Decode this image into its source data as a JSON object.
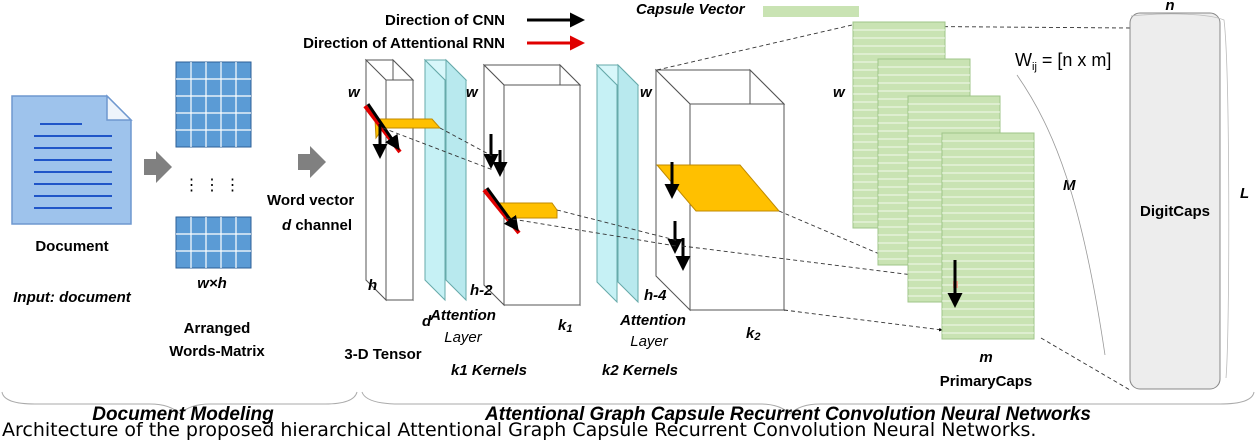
{
  "legend": {
    "cnn": "Direction of CNN",
    "rnn": "Direction of Attentional RNN",
    "capsule": "Capsule Vector",
    "cnn_color": "#000000",
    "rnn_color": "#e00000",
    "capsule_color": "#c9e3b3"
  },
  "input": {
    "document": "Document",
    "input_label": "Input: document",
    "matrix_dim": "w×h",
    "matrix_l1": "Arranged",
    "matrix_l2": "Words-Matrix",
    "dots": "⋮   ⋮   ⋮",
    "word_vector": "Word vector",
    "channel_sym": "d",
    "channel_word": "channel"
  },
  "tensor": {
    "w": "w",
    "h": "h",
    "d": "d",
    "name": "3-D Tensor",
    "attention1": "Attention",
    "layer1": "Layer"
  },
  "conv1": {
    "w": "w",
    "h": "h-2",
    "k_sym": "k",
    "k_sub": "1",
    "kernels": "k1 Kernels",
    "attention2": "Attention",
    "layer2": "Layer"
  },
  "conv2": {
    "w": "w",
    "h": "h-4",
    "k_sym": "k",
    "k_sub": "2",
    "kernels": "k2 Kernels"
  },
  "primary": {
    "w": "w",
    "m": "m",
    "M": "M",
    "name": "PrimaryCaps",
    "weight_w": "W",
    "weight_sub": "ij",
    "weight_rest": " = [n x m]"
  },
  "digit": {
    "n": "n",
    "L": "L",
    "name": "DigitCaps"
  },
  "sections": {
    "left": "Document Modeling",
    "right": "Attentional Graph Capsule Recurrent Convolution Neural Networks"
  },
  "caption": "Architecture of the proposed hierarchical Attentional Graph Capsule Recurrent Convolution Neural Networks."
}
